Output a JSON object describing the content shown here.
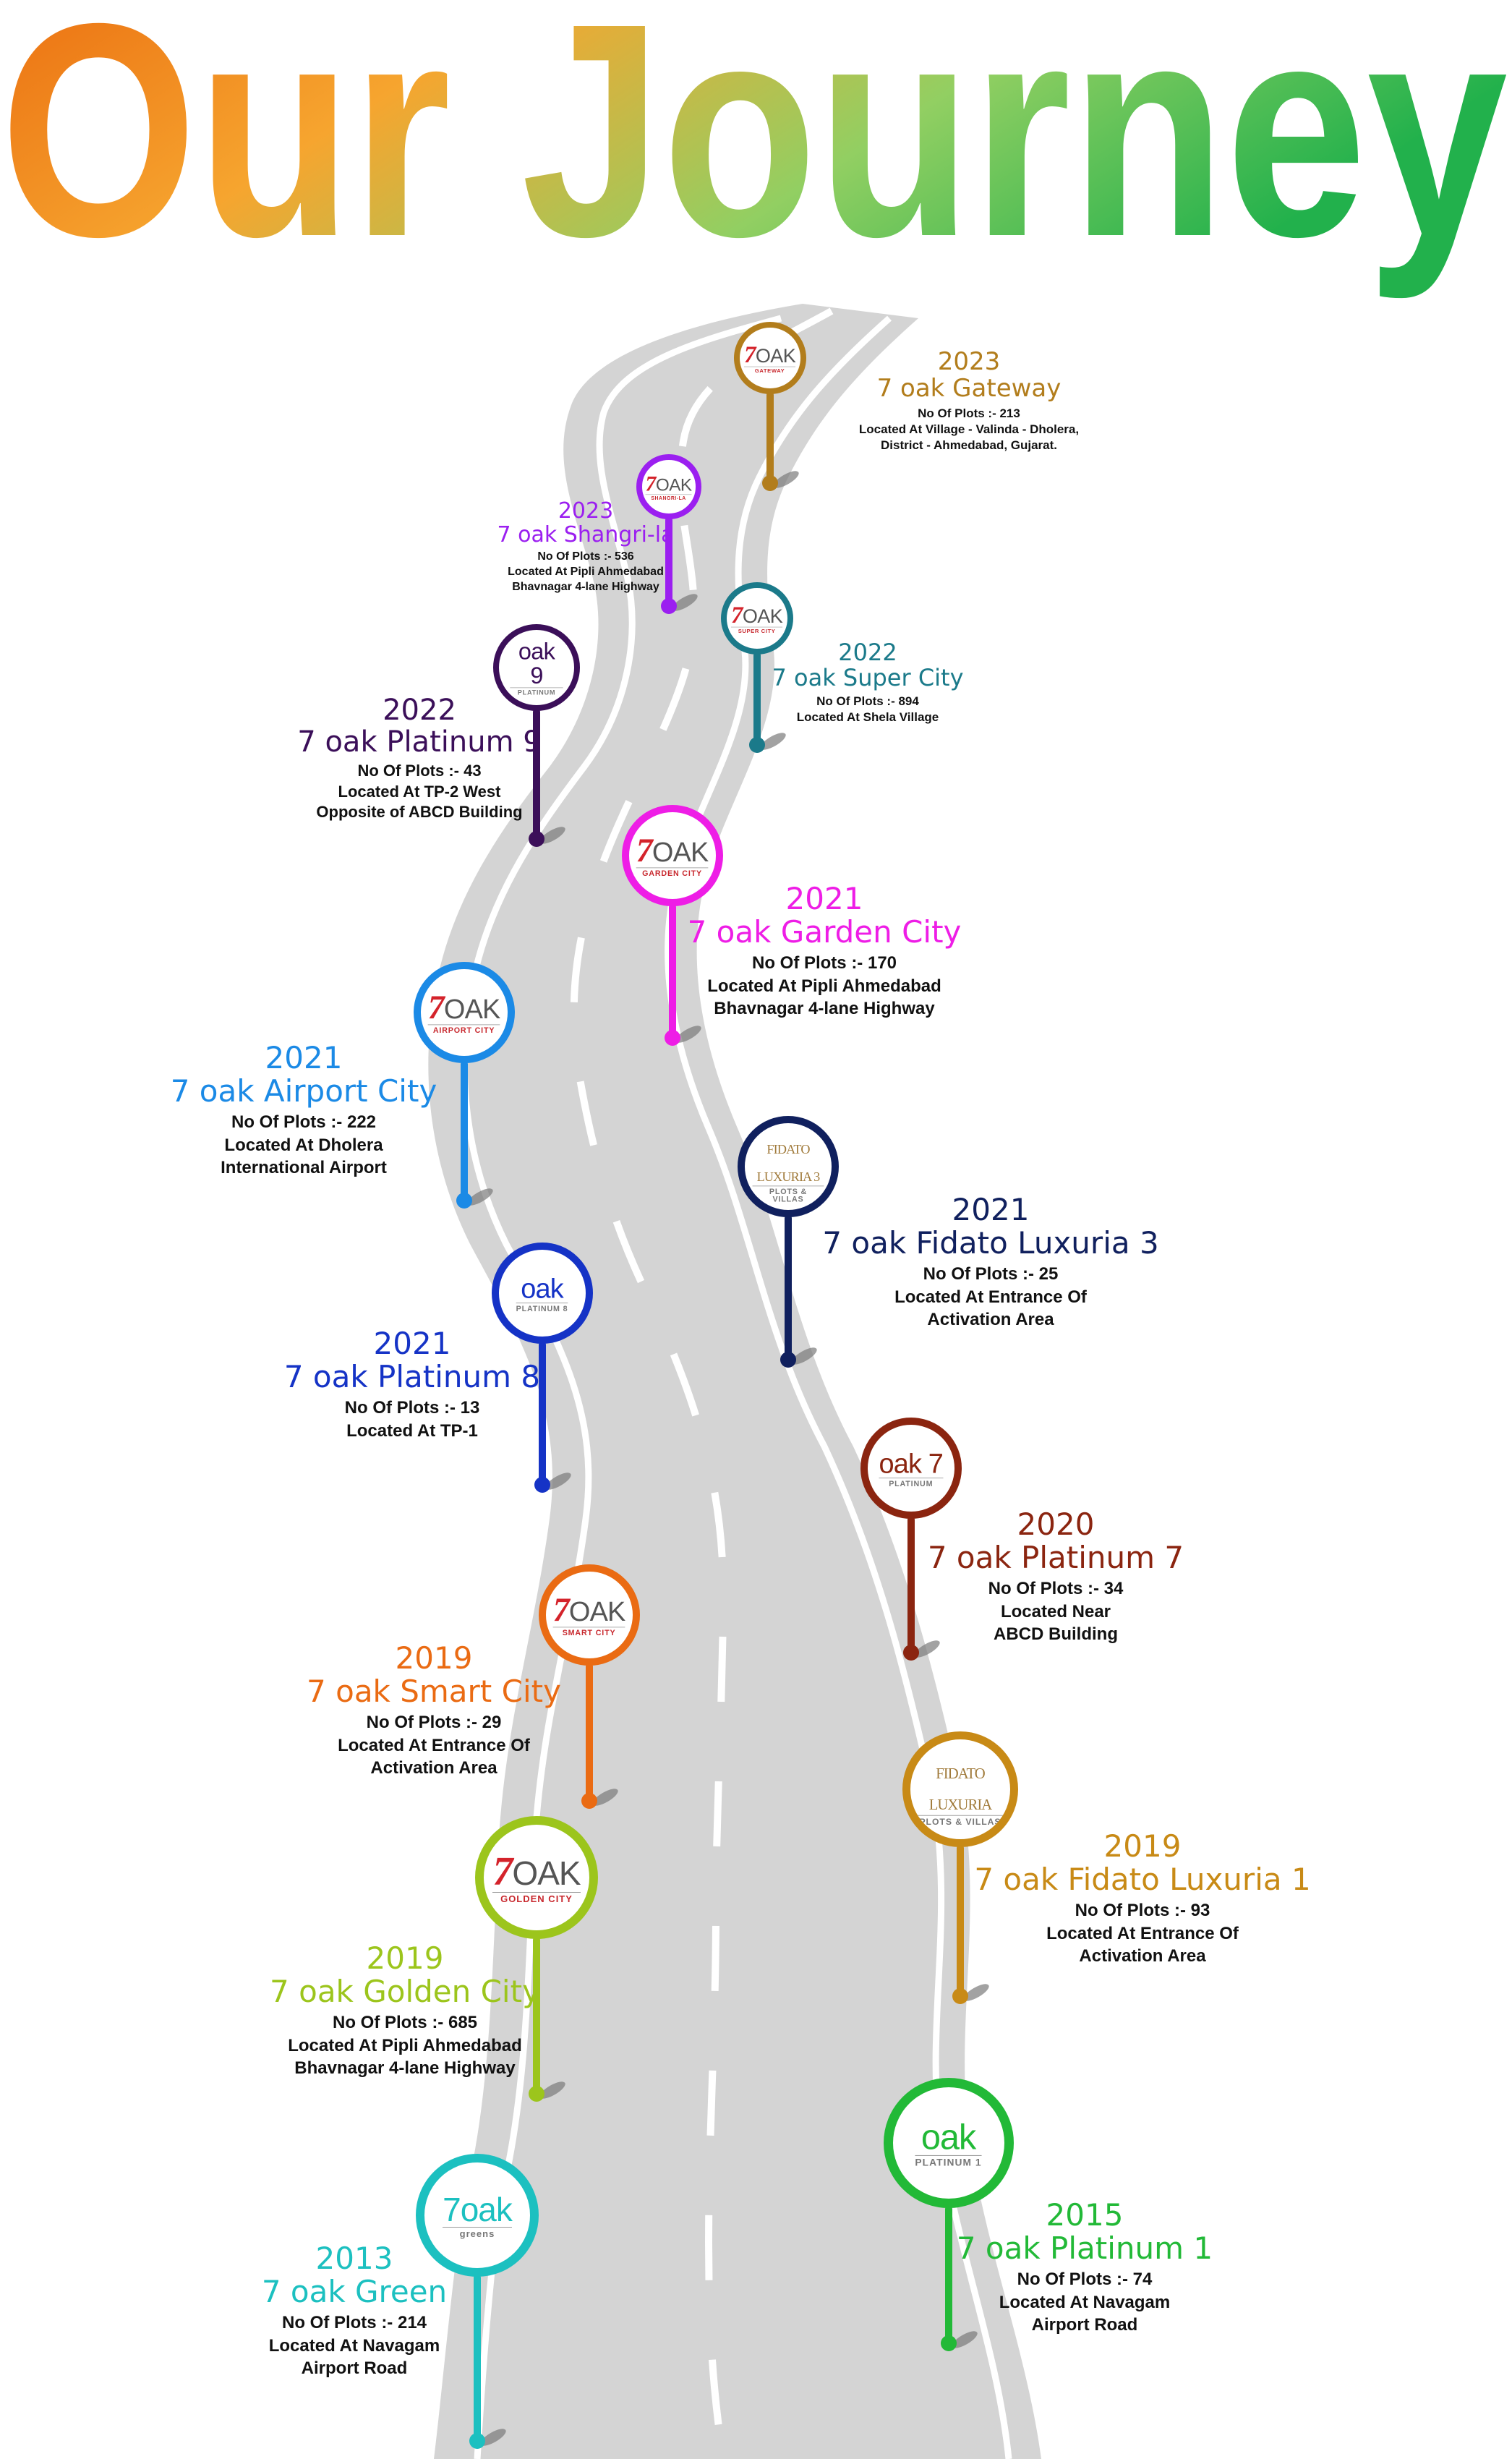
{
  "title": {
    "text": "Our Journey",
    "gradient": [
      "#ea6a0e",
      "#f6a52f",
      "#92cf62",
      "#22b14c"
    ]
  },
  "road": {
    "color": "#d4d4d4",
    "line_color": "#ffffff"
  },
  "milestones": [
    {
      "year": "2023",
      "name": "7 oak Gateway",
      "plots": "No Of Plots :- 213",
      "location": [
        "Located At Village - Valinda - Dholera,",
        "District - Ahmedabad, Gujarat."
      ],
      "color": "#b27d1c",
      "logo": {
        "top": "7OAK",
        "sub": "GATEWAY"
      }
    },
    {
      "year": "2023",
      "name": "7 oak Shangri-la",
      "plots": "No Of Plots :- 536",
      "location": [
        "Located At Pipli Ahmedabad",
        "Bhavnagar 4-lane Highway"
      ],
      "color": "#9b1ff0",
      "logo": {
        "top": "7OAK",
        "sub": "SHANGRI-LA"
      }
    },
    {
      "year": "2022",
      "name": "7 oak Super City",
      "plots": "No Of Plots :- 894",
      "location": [
        "Located At Shela Village"
      ],
      "color": "#1b7a8a",
      "logo": {
        "top": "7OAK",
        "sub": "SUPER CITY"
      }
    },
    {
      "year": "2022",
      "name": "7 oak Platinum 9",
      "plots": "No Of Plots :- 43",
      "location": [
        "Located At TP-2 West",
        "Opposite of ABCD Building"
      ],
      "color": "#3b0f59",
      "logo": {
        "top": "oak 9",
        "sub": "PLATINUM"
      }
    },
    {
      "year": "2021",
      "name": "7 oak Garden City",
      "plots": "No Of Plots :- 170",
      "location": [
        "Located At Pipli Ahmedabad",
        "Bhavnagar 4-lane Highway"
      ],
      "color": "#ee1de6",
      "logo": {
        "top": "7OAK",
        "sub": "GARDEN CITY"
      }
    },
    {
      "year": "2021",
      "name": "7 oak Airport City",
      "plots": "No Of Plots :- 222",
      "location": [
        "Located At Dholera",
        "International Airport"
      ],
      "color": "#1b8ae6",
      "logo": {
        "top": "7OAK",
        "sub": "AIRPORT CITY"
      }
    },
    {
      "year": "2021",
      "name": "7 oak Fidato Luxuria 3",
      "plots": "No Of Plots :- 25",
      "location": [
        "Located At Entrance Of",
        "Activation Area"
      ],
      "color": "#10205e",
      "logo": {
        "top": "FIDATO LUXURIA 3",
        "sub": "PLOTS & VILLAS"
      }
    },
    {
      "year": "2021",
      "name": "7 oak Platinum 8",
      "plots": "No Of Plots :- 13",
      "location": [
        "Located At TP-1"
      ],
      "color": "#1533c6",
      "logo": {
        "top": "oak",
        "sub": "PLATINUM 8"
      }
    },
    {
      "year": "2020",
      "name": "7 oak Platinum 7",
      "plots": "No Of Plots :- 34",
      "location": [
        "Located Near",
        "ABCD Building"
      ],
      "color": "#8b2510",
      "logo": {
        "top": "oak 7",
        "sub": "PLATINUM"
      }
    },
    {
      "year": "2019",
      "name": "7 oak Smart City",
      "plots": "No Of Plots :- 29",
      "location": [
        "Located At Entrance Of",
        "Activation Area"
      ],
      "color": "#ea6b13",
      "logo": {
        "top": "7OAK",
        "sub": "SMART CITY"
      }
    },
    {
      "year": "2019",
      "name": "7 oak Fidato Luxuria 1",
      "plots": "No Of Plots :- 93",
      "location": [
        "Located At Entrance Of",
        "Activation Area"
      ],
      "color": "#c88a16",
      "logo": {
        "top": "FIDATO LUXURIA",
        "sub": "PLOTS & VILLAS"
      }
    },
    {
      "year": "2019",
      "name": "7 oak Golden City",
      "plots": "No Of Plots :- 685",
      "location": [
        "Located At Pipli Ahmedabad",
        "Bhavnagar 4-lane Highway"
      ],
      "color": "#9cc51c",
      "logo": {
        "top": "7OAK",
        "sub": "GOLDEN CITY"
      }
    },
    {
      "year": "2015",
      "name": "7 oak Platinum 1",
      "plots": "No Of Plots :- 74",
      "location": [
        "Located At Navagam",
        "Airport Road"
      ],
      "color": "#22b937",
      "logo": {
        "top": "oak",
        "sub": "PLATINUM 1"
      }
    },
    {
      "year": "2013",
      "name": "7 oak Green",
      "plots": "No Of Plots :- 214",
      "location": [
        "Located At Navagam",
        "Airport Road"
      ],
      "color": "#1cc0c0",
      "logo": {
        "top": "7oak",
        "sub": "greens"
      }
    }
  ]
}
